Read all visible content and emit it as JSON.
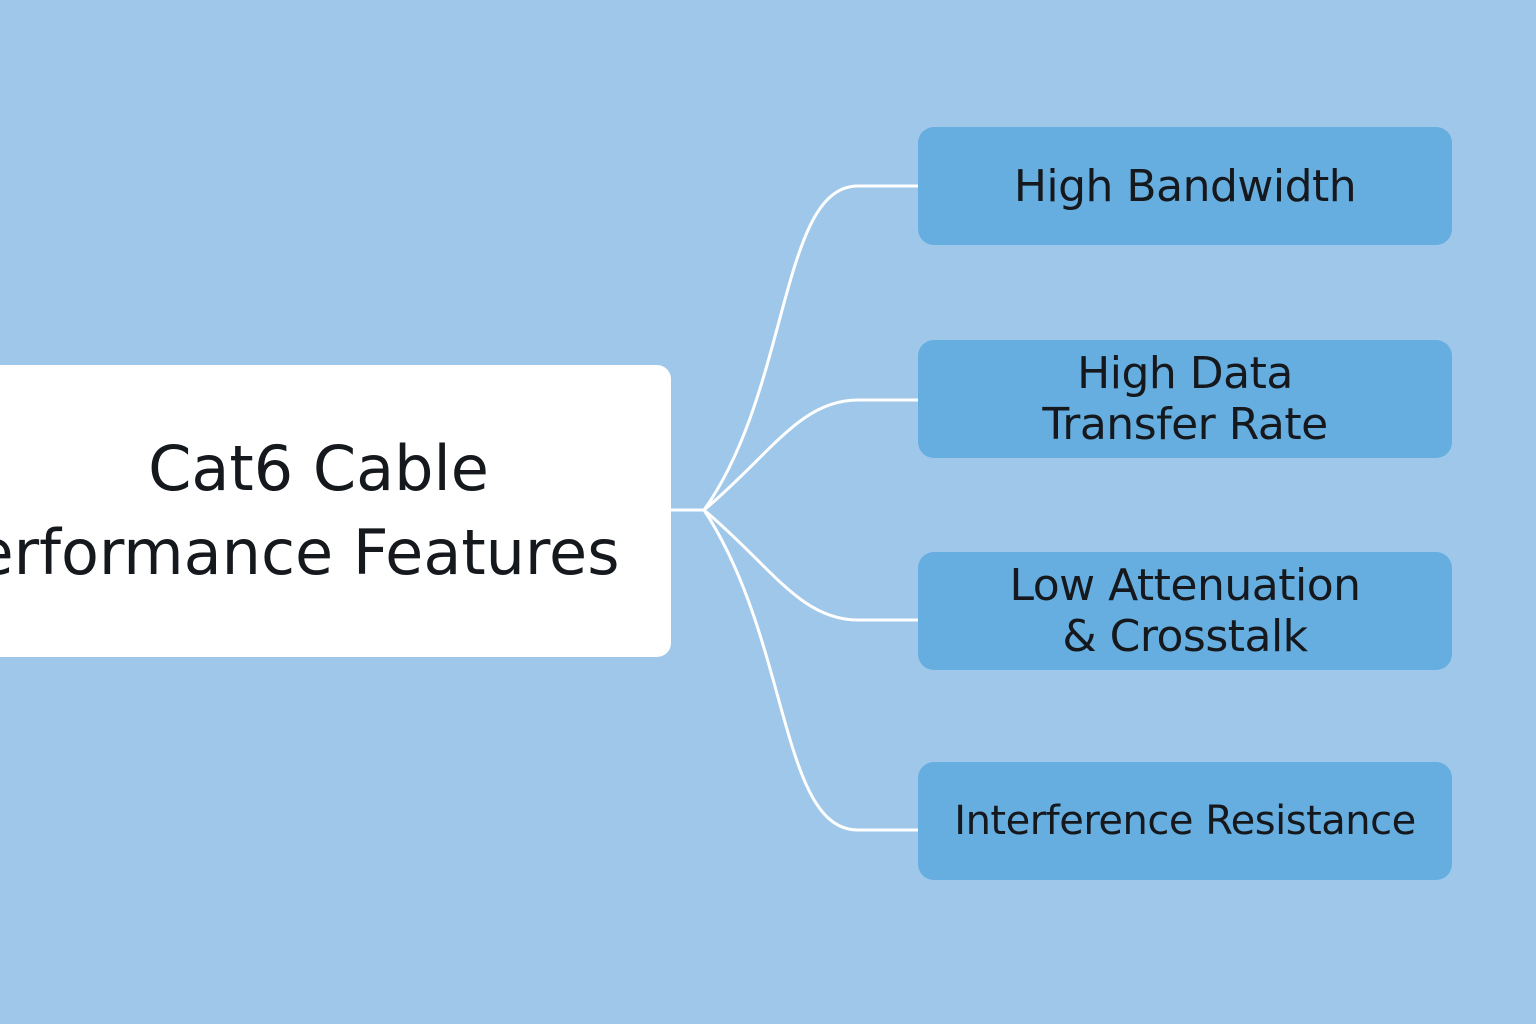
{
  "colors": {
    "background": "#9fc7ea",
    "leaf_fill": "#66aee0",
    "root_fill": "#ffffff",
    "connector": "#ffffff",
    "text": "#15181c"
  },
  "root": {
    "line1": "Cat6 Cable",
    "line2": "erformance Features"
  },
  "features": [
    {
      "lines": [
        "High Bandwidth"
      ]
    },
    {
      "lines": [
        "High Data",
        "Transfer Rate"
      ]
    },
    {
      "lines": [
        "Low Attenuation",
        "& Crosstalk"
      ]
    },
    {
      "lines": [
        "Interference Resistance"
      ]
    }
  ]
}
